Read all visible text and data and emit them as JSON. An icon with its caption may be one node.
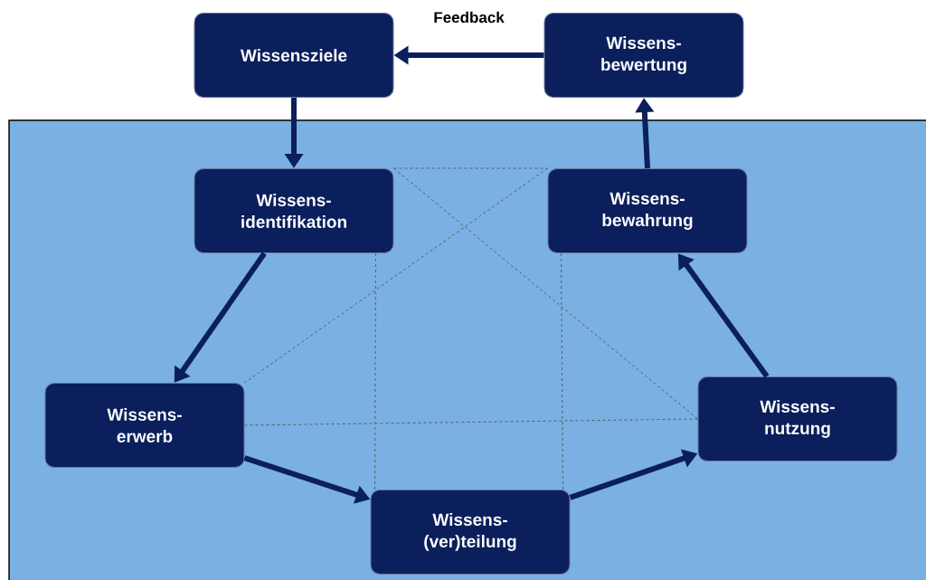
{
  "diagram": {
    "nodes": [
      {
        "text": [
          "Wissensziele"
        ]
      },
      {
        "text": [
          "Wissens- bewertung"
        ]
      },
      {
        "text": [
          "Wissens- identifikation"
        ]
      },
      {
        "text": [
          "Wissens- bewahrung"
        ]
      },
      {
        "text": [
          "Wissens- erwerb"
        ]
      },
      {
        "text": [
          "Wissens- nutzung"
        ]
      },
      {
        "text": [
          "Wissens- (ver)teilung"
        ]
      }
    ],
    "edges": [
      {
        "from": 1,
        "to": 0,
        "arrow": "to",
        "label": "Feedback"
      },
      {
        "from": 0,
        "to": 2,
        "arrow": "to"
      },
      {
        "from": 2,
        "to": 4,
        "arrow": "to"
      },
      {
        "from": 4,
        "to": 6,
        "arrow": "to"
      },
      {
        "from": 6,
        "to": 5,
        "arrow": "to"
      },
      {
        "from": 5,
        "to": 3,
        "arrow": "to"
      },
      {
        "from": 3,
        "to": 1,
        "arrow": "to"
      },
      {
        "from": 2,
        "to": 3,
        "arrow": "none",
        "style": "dashed",
        "color": "#555555"
      },
      {
        "from": 2,
        "to": 5,
        "arrow": "none",
        "style": "dashed",
        "color": "#555555"
      },
      {
        "from": 2,
        "to": 6,
        "arrow": "none",
        "style": "dashed",
        "color": "#555555"
      },
      {
        "from": 3,
        "to": 4,
        "arrow": "none",
        "style": "dashed",
        "color": "#555555"
      },
      {
        "from": 3,
        "to": 6,
        "arrow": "none",
        "style": "dashed",
        "color": "#555555"
      },
      {
        "from": 4,
        "to": 5,
        "arrow": "none",
        "style": "dashed",
        "color": "#555555"
      }
    ]
  }
}
